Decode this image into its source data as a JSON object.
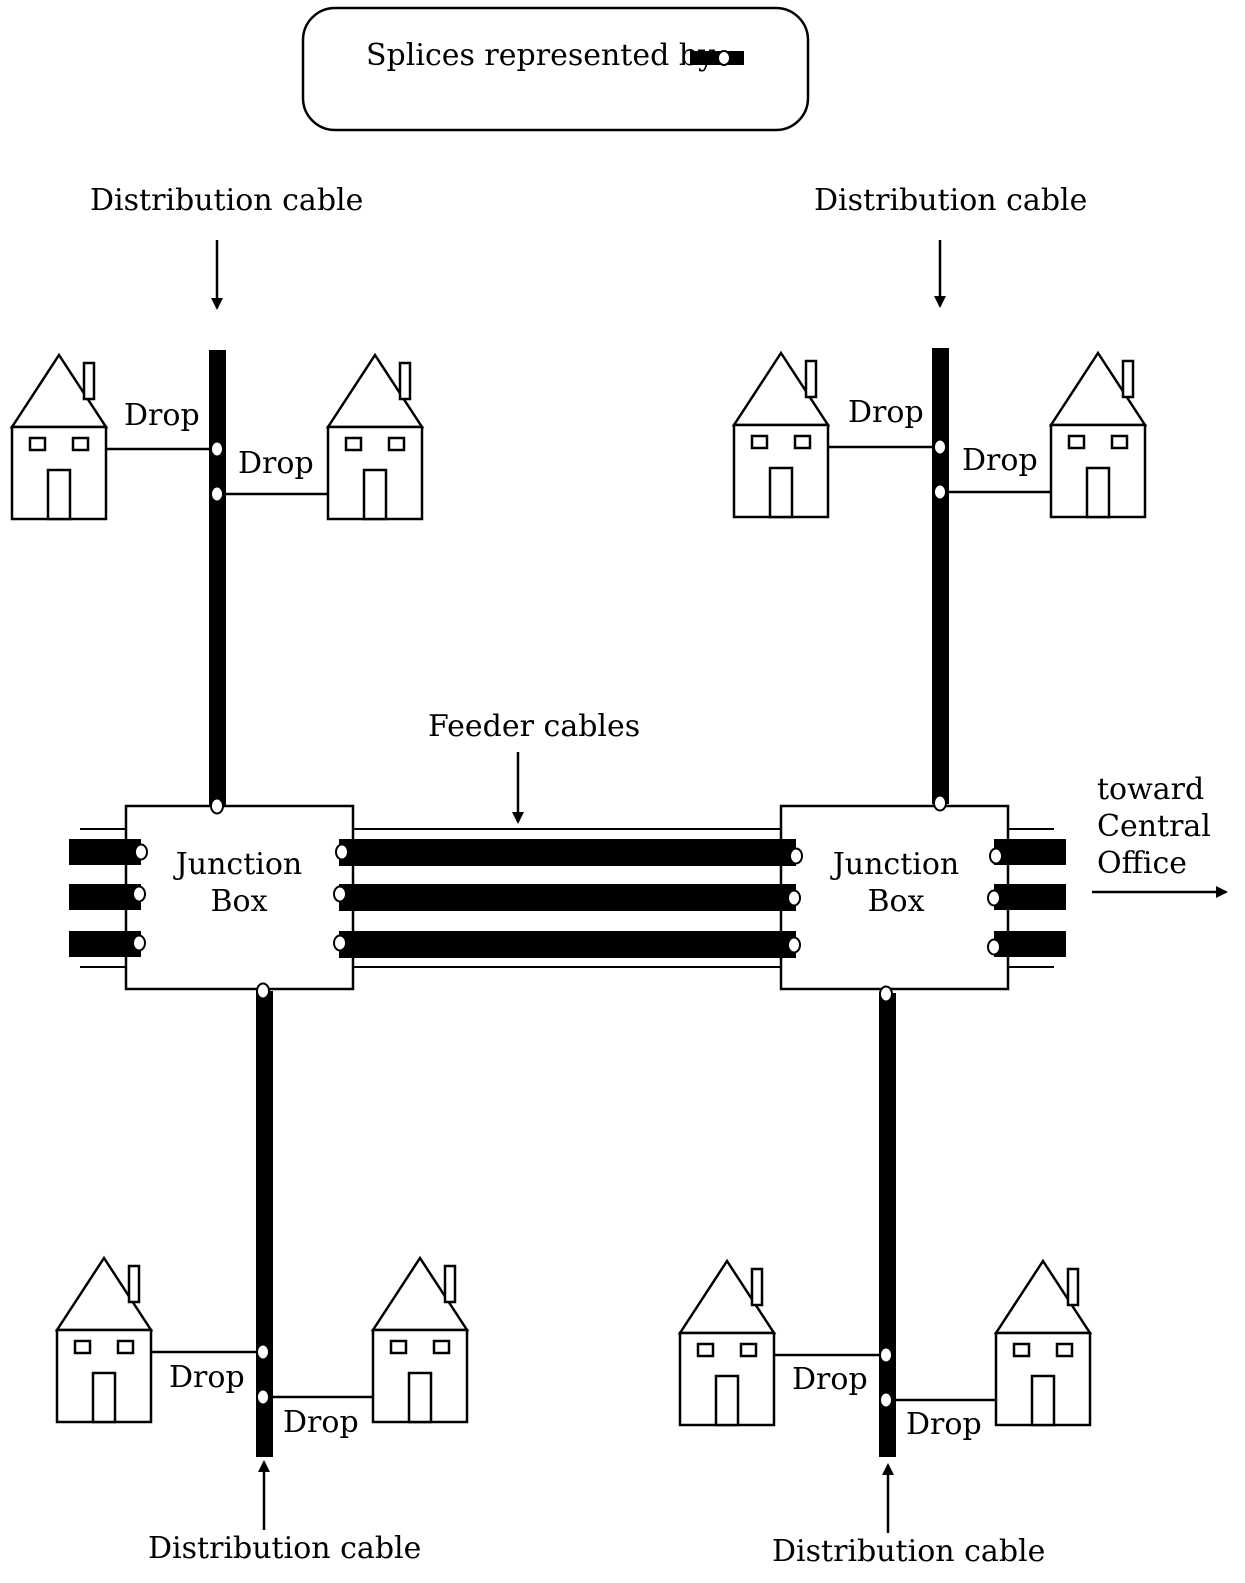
{
  "legend": {
    "text": "Splices represented by"
  },
  "labels": {
    "distribution_cable": "Distribution cable",
    "drop": "Drop",
    "feeder_cables": "Feeder cables",
    "junction_box_line1": "Junction",
    "junction_box_line2": "Box",
    "toward_line1": "toward",
    "toward_line2": "Central",
    "toward_line3": "Office"
  },
  "colors": {
    "ink": "#000000",
    "paper": "#ffffff"
  }
}
